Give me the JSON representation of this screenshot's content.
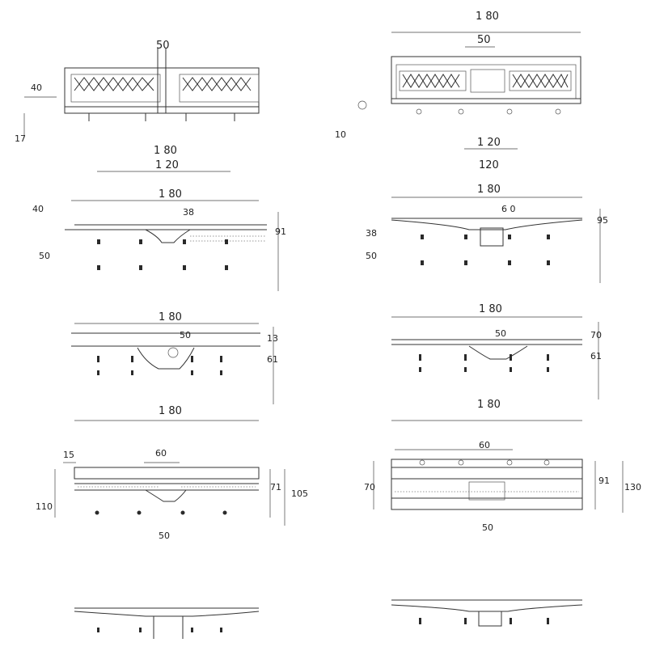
{
  "views": [
    {
      "id": "top-left",
      "dims": [
        "50",
        "40",
        "17",
        "1 80",
        "1 20"
      ]
    },
    {
      "id": "top-right",
      "dims": [
        "1 80",
        "50",
        "10",
        "1 20",
        "120"
      ]
    },
    {
      "id": "mid1-left",
      "dims": [
        "1 80",
        "40",
        "91",
        "38",
        "50"
      ]
    },
    {
      "id": "mid1-right",
      "dims": [
        "1 80",
        "6 0",
        "95",
        "38",
        "50"
      ]
    },
    {
      "id": "mid2-left",
      "dims": [
        "1 80",
        "50",
        "13",
        "61"
      ]
    },
    {
      "id": "mid2-right",
      "dims": [
        "1 80",
        "50",
        "70",
        "61"
      ]
    },
    {
      "id": "mid3-left",
      "dims": [
        "1 80",
        "15",
        "60",
        "110",
        "71",
        "105",
        "50"
      ]
    },
    {
      "id": "mid3-right",
      "dims": [
        "1 80",
        "60",
        "70",
        "91",
        "130",
        "50"
      ]
    }
  ],
  "colors": {
    "line": "#333333",
    "paper": "#ffffff"
  }
}
